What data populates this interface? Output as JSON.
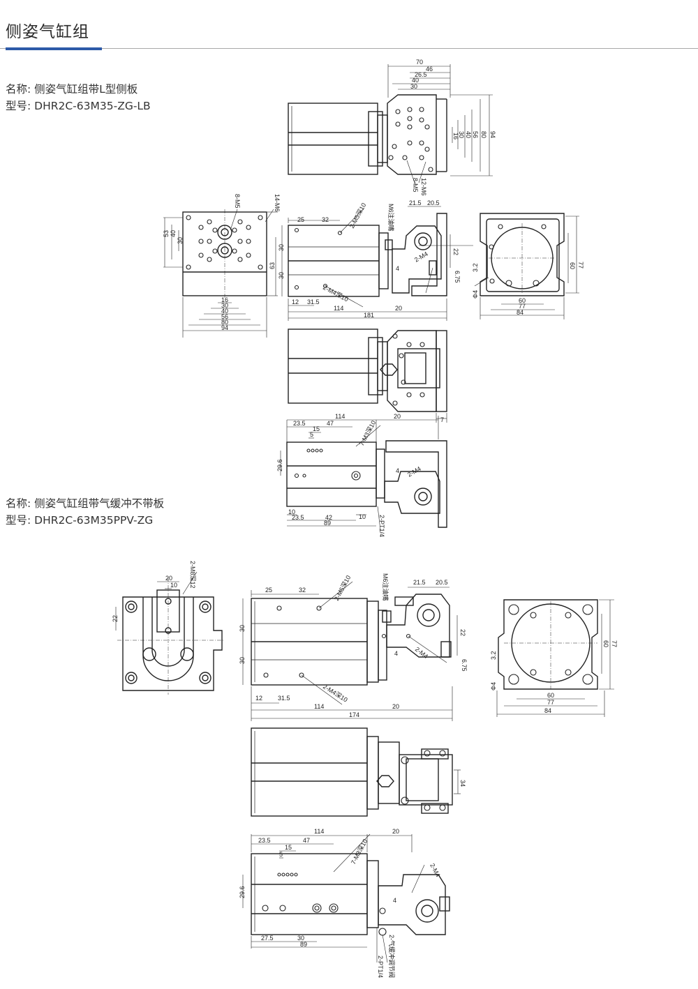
{
  "header": {
    "title": "侧姿气缸组"
  },
  "product1": {
    "name": "名称: 侧姿气缸组带L型侧板",
    "model": "型号: DHR2C-63M35-ZG-LB"
  },
  "product2": {
    "name": "名称: 侧姿气缸组带气缓冲不带板",
    "model": "型号: DHR2C-63M35PPV-ZG"
  },
  "dims": {
    "d70": "70",
    "d46": "46",
    "d26_5": "26.5",
    "d40": "40",
    "d30": "30",
    "d94": "94",
    "d80": "80",
    "d56": "56",
    "d16": "16",
    "d8m5": "8-M5",
    "d12m6": "12-M6",
    "d14m6": "14-M6",
    "d53": "53",
    "d63": "63",
    "b16": "16",
    "b30": "30",
    "b40": "40",
    "b56": "56",
    "b80": "80",
    "b94": "94",
    "d25": "25",
    "d32": "32",
    "d2m5": "2-M5深10",
    "m6oil": "M6注油嘴",
    "d21_5": "21.5",
    "d20_5": "20.5",
    "d22": "22",
    "d6_75": "6.75",
    "d2m4": "2-M4",
    "d4": "4",
    "d12": "12",
    "d31_5": "31.5",
    "d2m4d": "2-M4深10",
    "d114": "114",
    "d20": "20",
    "d181": "181",
    "d77": "77",
    "d60": "60",
    "d3_2": "3.2",
    "phi4": "Φ4",
    "w60": "60",
    "w77": "77",
    "w84": "84",
    "t7": "7",
    "t23_5": "23.5",
    "t47": "47",
    "t15": "15",
    "t5": "5",
    "t7m3": "7-M3深10",
    "t29_6": "29.6",
    "t10": "10",
    "t42": "42",
    "t89": "89",
    "t2pt": "2-PT1/4",
    "f20": "20",
    "f10": "10",
    "f22": "22",
    "f2m8": "2-M8深12",
    "d174": "174",
    "d34": "34",
    "g27_5": "27.5",
    "g30": "30",
    "g2buf": "2-气缓冲调节阀"
  }
}
